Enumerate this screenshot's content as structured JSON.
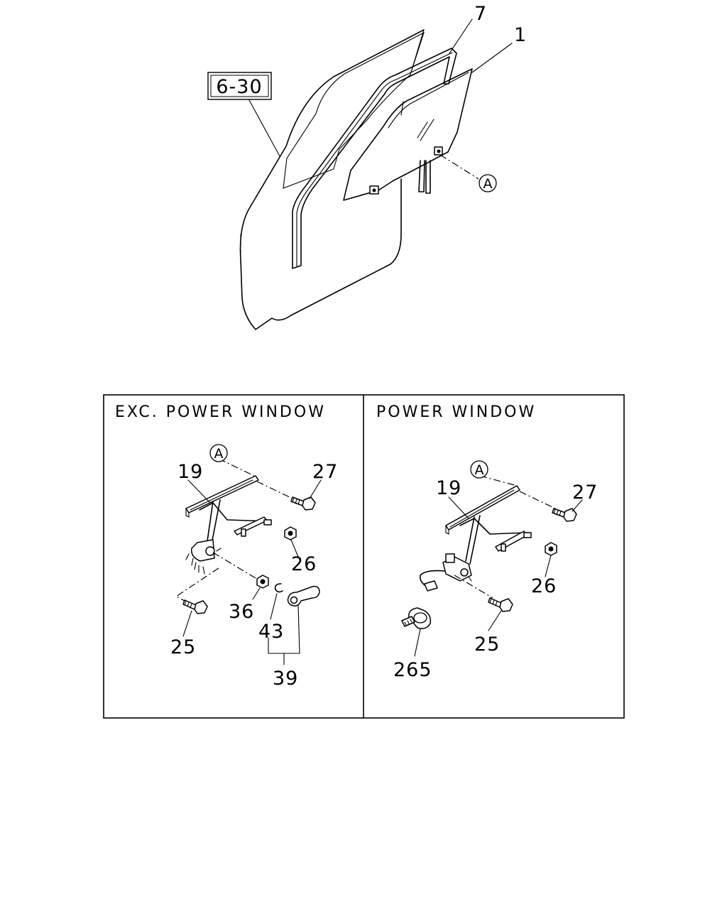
{
  "reference_box": "6-30",
  "top_callouts": {
    "glass": "1",
    "run_channel": "7",
    "marker": "A"
  },
  "panels": [
    {
      "title": "EXC. POWER WINDOW",
      "marker": "A",
      "callouts": {
        "regulator": "19",
        "bolt_top": "27",
        "nut": "26",
        "washer": "36",
        "bolt_low": "25",
        "clip": "43",
        "handle_set": "39"
      }
    },
    {
      "title": "POWER WINDOW",
      "marker": "A",
      "callouts": {
        "regulator": "19",
        "bolt_top": "27",
        "nut": "26",
        "bolt_low": "25",
        "clamp": "265"
      }
    }
  ]
}
